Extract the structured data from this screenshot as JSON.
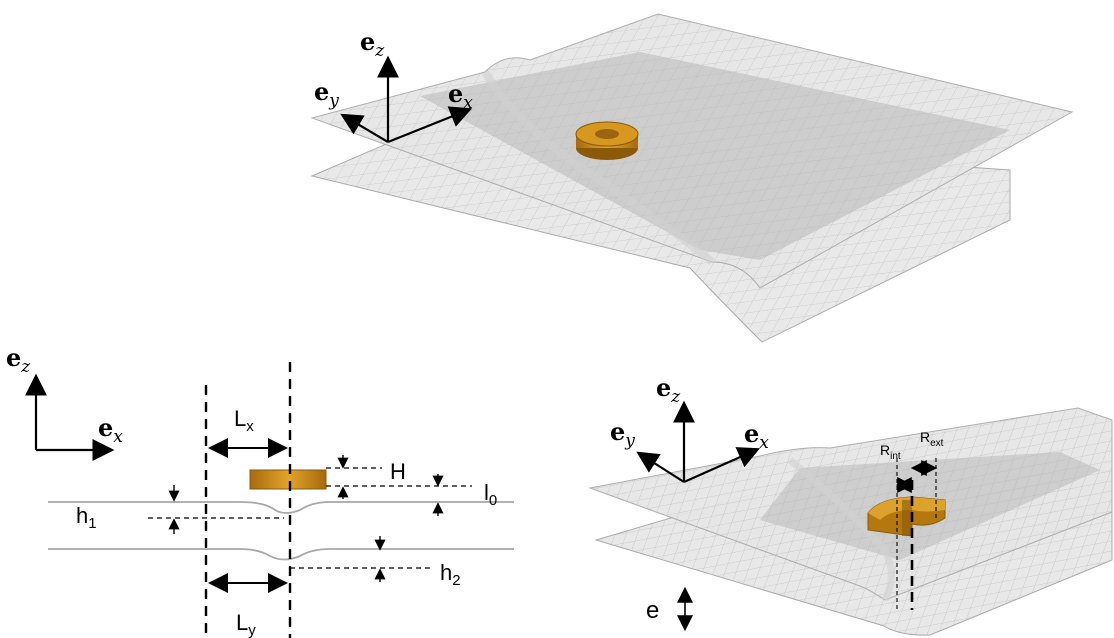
{
  "axes": {
    "ex_main": "e",
    "ex_sub": "x",
    "ey_main": "e",
    "ey_sub": "y",
    "ez_main": "e",
    "ez_sub": "z"
  },
  "dimensions": {
    "Lx_main": "L",
    "Lx_sub": "x",
    "Ly_main": "L",
    "Ly_sub": "y",
    "H": "H",
    "l0_main": "l",
    "l0_sub": "0",
    "h1_main": "h",
    "h1_sub": "1",
    "h2_main": "h",
    "h2_sub": "2",
    "e": "e",
    "Rint_main": "R",
    "Rint_sub": "int",
    "Rext_main": "R",
    "Rext_sub": "ext"
  },
  "colors": {
    "mesh_light": "#ececec",
    "mesh_dark": "#bdbdbd",
    "mesh_line": "#b0b0b0",
    "magnet": "#c98a16",
    "magnet_dark": "#8a5a08",
    "line": "#000000"
  }
}
